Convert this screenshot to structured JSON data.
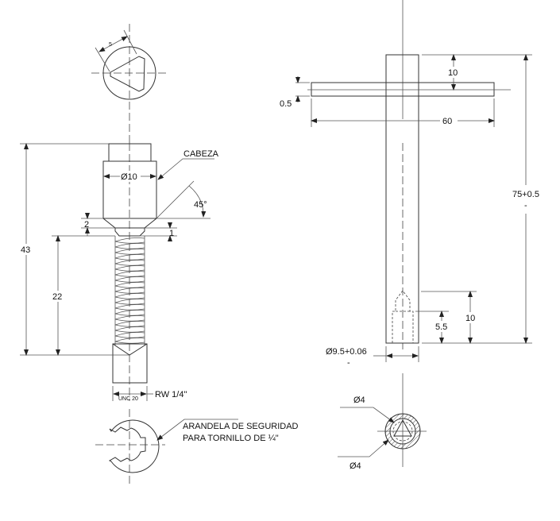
{
  "screw": {
    "top_view_dim": "5",
    "label_head": "CABEZA",
    "dia_head": "Ø10",
    "angle": "45°",
    "dim_chamfer": "2",
    "dim_neck": "1",
    "dim_total": "43",
    "dim_thread": "22",
    "thread_spec": "UNC 20",
    "thread_size": "RW 1/4\""
  },
  "washer": {
    "line1": "ARANDELA DE SEGURIDAD",
    "line2": "PARA TORNILLO DE ¼\""
  },
  "key": {
    "dim_bar_thickness": "0.5",
    "dim_top": "10",
    "dim_bar_length": "60",
    "dim_length": "75+0.5",
    "dim_length_tol": "-",
    "dim_hole_depth": "10",
    "dim_hole_counter": "5.5",
    "dim_diameter": "Ø9.5+0.06",
    "dim_diameter_tol": "-",
    "dia_inner_1": "Ø4",
    "dia_inner_2": "Ø4"
  }
}
